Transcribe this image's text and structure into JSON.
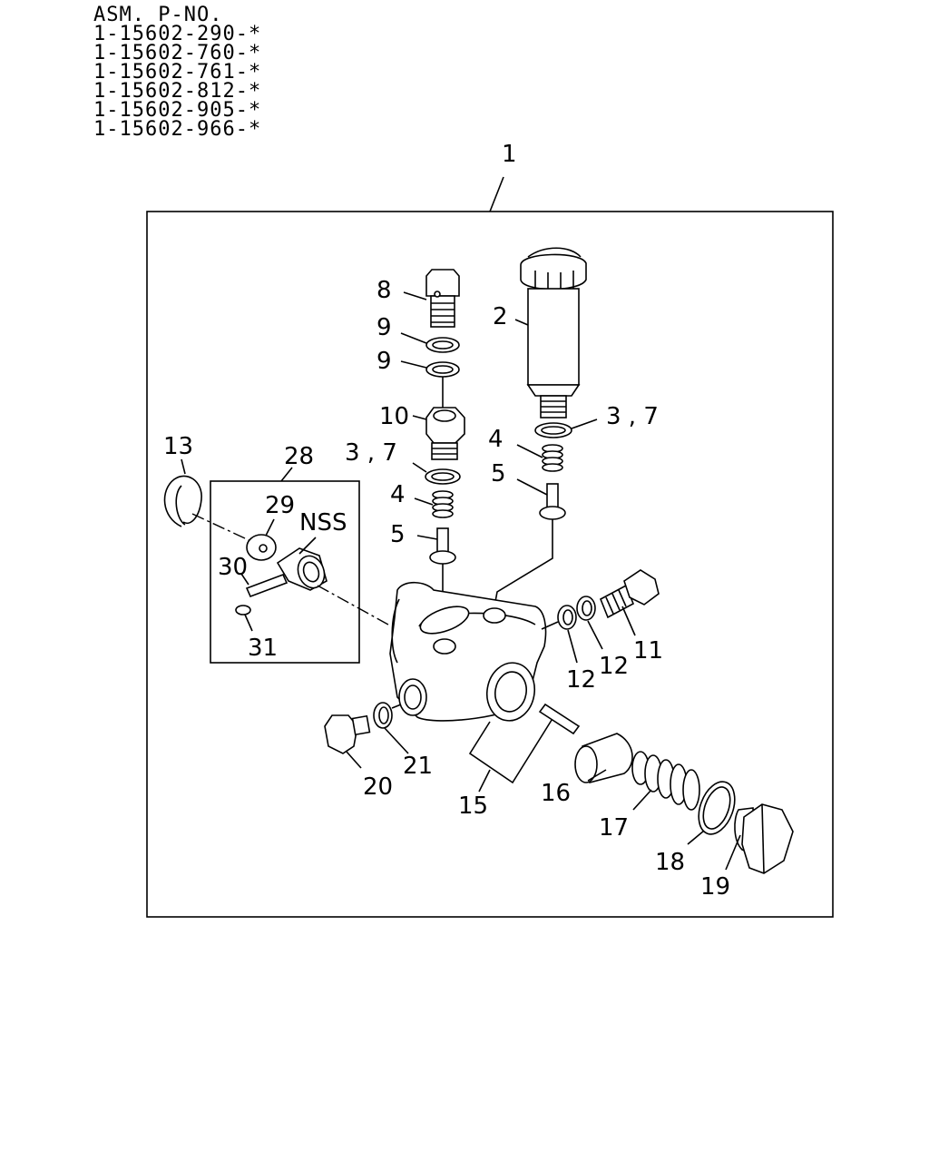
{
  "header": {
    "asm_label": "ASM. P-NO.",
    "part_numbers": [
      "1-15602-290-*",
      "1-15602-760-*",
      "1-15602-761-*",
      "1-15602-812-*",
      "1-15602-905-*",
      "1-15602-966-*"
    ]
  },
  "callouts": {
    "c1": "1",
    "c2": "2",
    "c3_7a": "3 , 7",
    "c3_7b": "3 , 7",
    "c4a": "4",
    "c4b": "4",
    "c5a": "5",
    "c5b": "5",
    "c8": "8",
    "c9a": "9",
    "c9b": "9",
    "c10": "10",
    "c11": "11",
    "c12a": "12",
    "c12b": "12",
    "c13": "13",
    "c15": "15",
    "c16": "16",
    "c17": "17",
    "c18": "18",
    "c19": "19",
    "c20": "20",
    "c21": "21",
    "c28": "28",
    "c29": "29",
    "c30": "30",
    "c31": "31",
    "nss": "NSS"
  }
}
